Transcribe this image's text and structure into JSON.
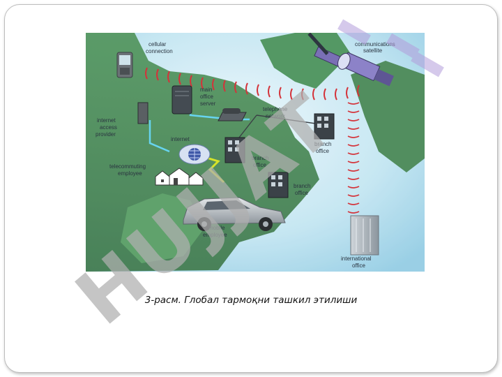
{
  "figure": {
    "labels": {
      "cellular": [
        "cellular",
        "connection"
      ],
      "satellite": [
        "communications",
        "satellite"
      ],
      "main_server": [
        "main",
        "office",
        "server"
      ],
      "isp": [
        "internet",
        "access",
        "provider"
      ],
      "telephone": [
        "telephone",
        "network"
      ],
      "internet": "internet",
      "telecommuting": [
        "telecommuting",
        "employee"
      ],
      "branch1": [
        "branch",
        "office"
      ],
      "branch2": [
        "branch",
        "office"
      ],
      "branch3": [
        "branch",
        "office"
      ],
      "mobile": [
        "mobile",
        "employee"
      ],
      "international": [
        "international",
        "office"
      ]
    }
  },
  "caption": "3-расм. Глобал тармоқни ташкил этилиши",
  "watermark": {
    "text": "HUJJAT",
    "color": "#b0b0b0",
    "accent": "#b39ddb"
  }
}
